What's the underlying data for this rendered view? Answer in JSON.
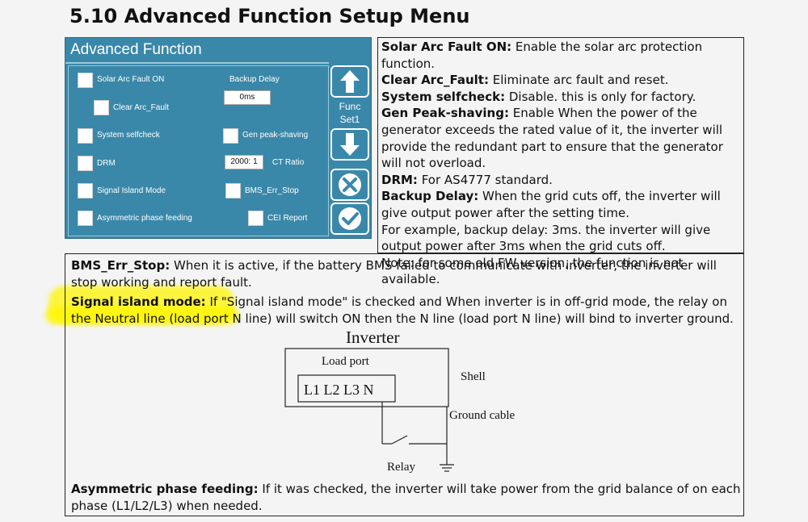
{
  "section_title": "5.10 Advanced Function Setup Menu",
  "panel": {
    "title": "Advanced Function",
    "items": {
      "solar_arc": "Solar Arc Fault ON",
      "clear_arc": "Clear Arc_Fault",
      "selfcheck": "System selfcheck",
      "drm": "DRM",
      "signal_island": "Signal Island Mode",
      "asymmetric": "Asymmetric phase feeding",
      "backup_delay": "Backup Delay",
      "backup_value": "0ms",
      "gen_peak": "Gen peak-shaving",
      "ct_value": "2000: 1",
      "ct_label": "CT Ratio",
      "bms": "BMS_Err_Stop",
      "cei": "CEI Report"
    },
    "func_label_line1": "Func",
    "func_label_line2": "Set1",
    "icons": [
      "up-arrow-icon",
      "down-arrow-icon",
      "close-x-icon",
      "checkmark-icon"
    ]
  },
  "desc": {
    "solar_arc_term": "Solar Arc Fault ON:",
    "solar_arc_text": " Enable the solar arc protection function.",
    "clear_arc_term": "Clear Arc_Fault:",
    "clear_arc_text": " Eliminate arc fault and reset.",
    "selfcheck_term": "System selfcheck:",
    "selfcheck_text": " Disable. this is only for factory.",
    "gen_term": "Gen Peak-shaving:",
    "gen_text": " Enable When the power of the generator exceeds the rated value of it, the inverter will provide the redundant part to ensure that the generator will not overload.",
    "drm_term": "DRM:",
    "drm_text": " For AS4777 standard.",
    "backup_term": "Backup Delay:",
    "backup_text": " When the grid cuts off, the inverter will give output power after the setting time.",
    "example_text": "For example, backup delay: 3ms. the inverter will give output power after 3ms when the grid cuts off.",
    "note_text": "Note: for some old FW version, the function is not available."
  },
  "lower": {
    "bms_term": "BMS_Err_Stop:",
    "bms_text": " When it is active, if the battery BMS failed to communicate with inverter, the inverter will stop working and report fault.",
    "island_term": "Signal island mode:",
    "island_text": " If \"Signal island mode\" is checked and When inverter is in off-grid mode, the relay on the Neutral line (load port N line) will switch ON then the N line (load port N line) will bind to inverter ground.",
    "asym_term": "Asymmetric phase feeding:",
    "asym_text": " If it was checked, the inverter will take power from the grid balance of on each phase (L1/L2/L3) when needed."
  },
  "diagram": {
    "title": "Inverter",
    "load_port": "Load port",
    "terminals": "L1 L2 L3  N",
    "shell": "Shell",
    "ground_cable": "Ground cable",
    "relay": "Relay"
  },
  "colors": {
    "panel_bg": "#3a88a9",
    "highlight": "#fff500"
  }
}
